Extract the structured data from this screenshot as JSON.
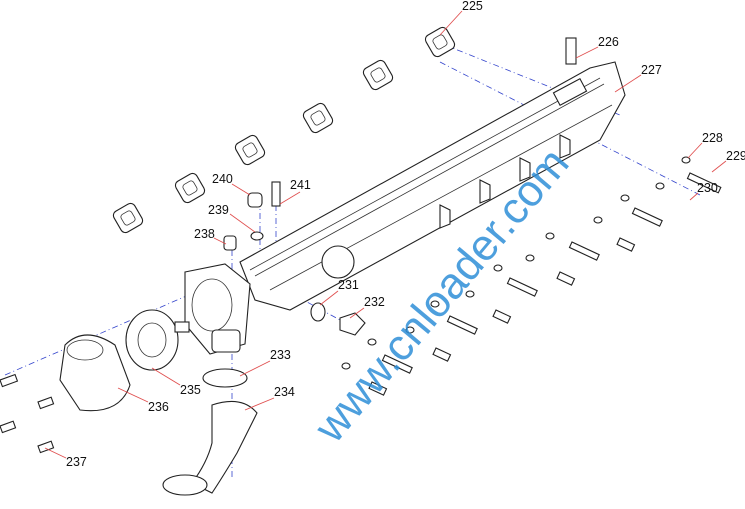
{
  "callouts": [
    "225",
    "226",
    "227",
    "228",
    "229",
    "230",
    "231",
    "232",
    "233",
    "234",
    "235",
    "236",
    "237",
    "238",
    "239",
    "240",
    "241"
  ],
  "watermark": "www.cnloader.com",
  "colors": {
    "leader": "#e05050",
    "axis": "#3344cc",
    "watermark": "#2f8fd8"
  }
}
